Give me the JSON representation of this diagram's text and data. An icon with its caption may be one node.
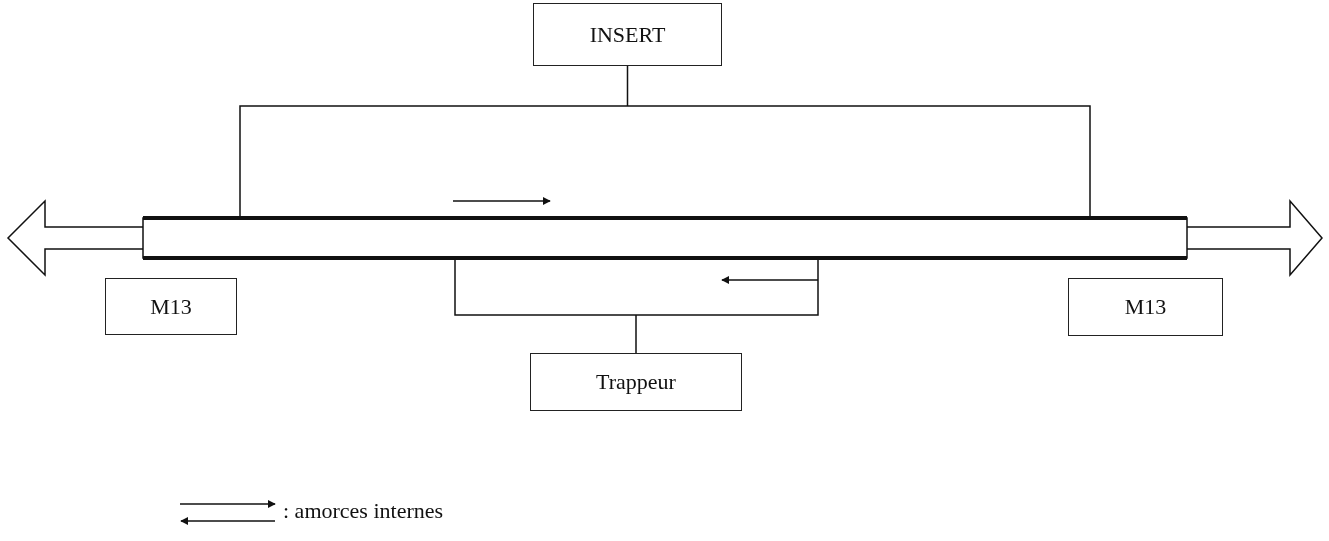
{
  "diagram": {
    "nodes": [
      {
        "text": [
          "INSERT"
        ]
      },
      {
        "text": [],
        "shape": "bar"
      },
      {
        "text": [
          "M13"
        ]
      },
      {
        "text": [
          "M13"
        ]
      },
      {
        "text": [
          "Trappeur"
        ]
      }
    ],
    "edges": [
      {
        "from": 0,
        "to": 1,
        "arrow": "none"
      },
      {
        "from": 4,
        "to": 1,
        "arrow": "none"
      }
    ],
    "legend": [
      {
        "text": ": amorces internes"
      }
    ]
  }
}
